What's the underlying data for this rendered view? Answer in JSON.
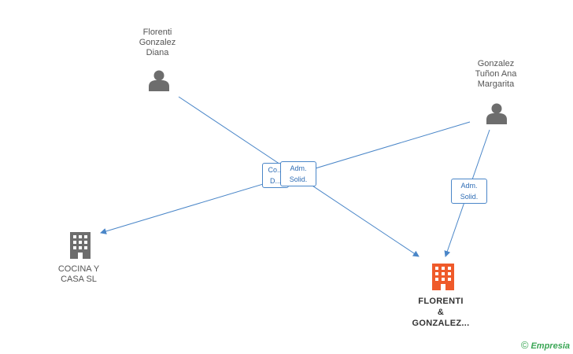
{
  "nodes": {
    "florenti_gonzalez_diana": {
      "lines": [
        "Florenti",
        "Gonzalez",
        "Diana"
      ],
      "kind": "person"
    },
    "gonzalez_tunon_ana_margarita": {
      "lines": [
        "Gonzalez",
        "Tuñon Ana",
        "Margarita"
      ],
      "kind": "person"
    },
    "cocina_y_casa_sl": {
      "lines": [
        "COCINA Y",
        "CASA SL"
      ],
      "kind": "company"
    },
    "florenti_gonzalez": {
      "lines": [
        "FLORENTI",
        "&",
        "GONZALEZ..."
      ],
      "kind": "company-main"
    }
  },
  "edge_labels": {
    "hidden_partial": {
      "lines": [
        "Co...",
        "D..."
      ]
    },
    "adm_solid_center": {
      "lines": [
        "Adm.",
        "Solid."
      ]
    },
    "adm_solid_right": {
      "lines": [
        "Adm.",
        "Solid."
      ]
    }
  },
  "colors": {
    "edge": "#4a86c8",
    "person_icon": "#6d6d6d",
    "company_icon": "#6d6d6d",
    "company_main_icon": "#ef5a2a"
  },
  "footer": {
    "copyright_symbol": "©",
    "brand": "Empresia"
  }
}
